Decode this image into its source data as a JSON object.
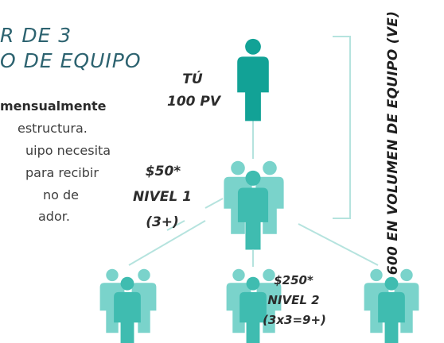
{
  "title": {
    "line1": "R DE 3",
    "line2": "O DE EQUIPO"
  },
  "body": {
    "bold": "mensualmente",
    "line1": "estructura.",
    "line2": "uipo necesita",
    "line3": "para recibir",
    "line4": "no de",
    "line5": "ador."
  },
  "you": {
    "name": "TÚ",
    "pv": "100 PV"
  },
  "level1": {
    "amount": "$50*",
    "level": "NIVEL 1",
    "count": "(3+)"
  },
  "level2": {
    "amount": "$250*",
    "level": "NIVEL 2",
    "count": "(3x3=9+)"
  },
  "volume_label": "600 EN VOLUMEN DE EQUIPO (VE)",
  "colors": {
    "person_dark": "#12a296",
    "person_mid": "#3fbcb0",
    "person_light": "#7ad3cb",
    "connector": "#b5e3de",
    "title": "#2d6370"
  }
}
